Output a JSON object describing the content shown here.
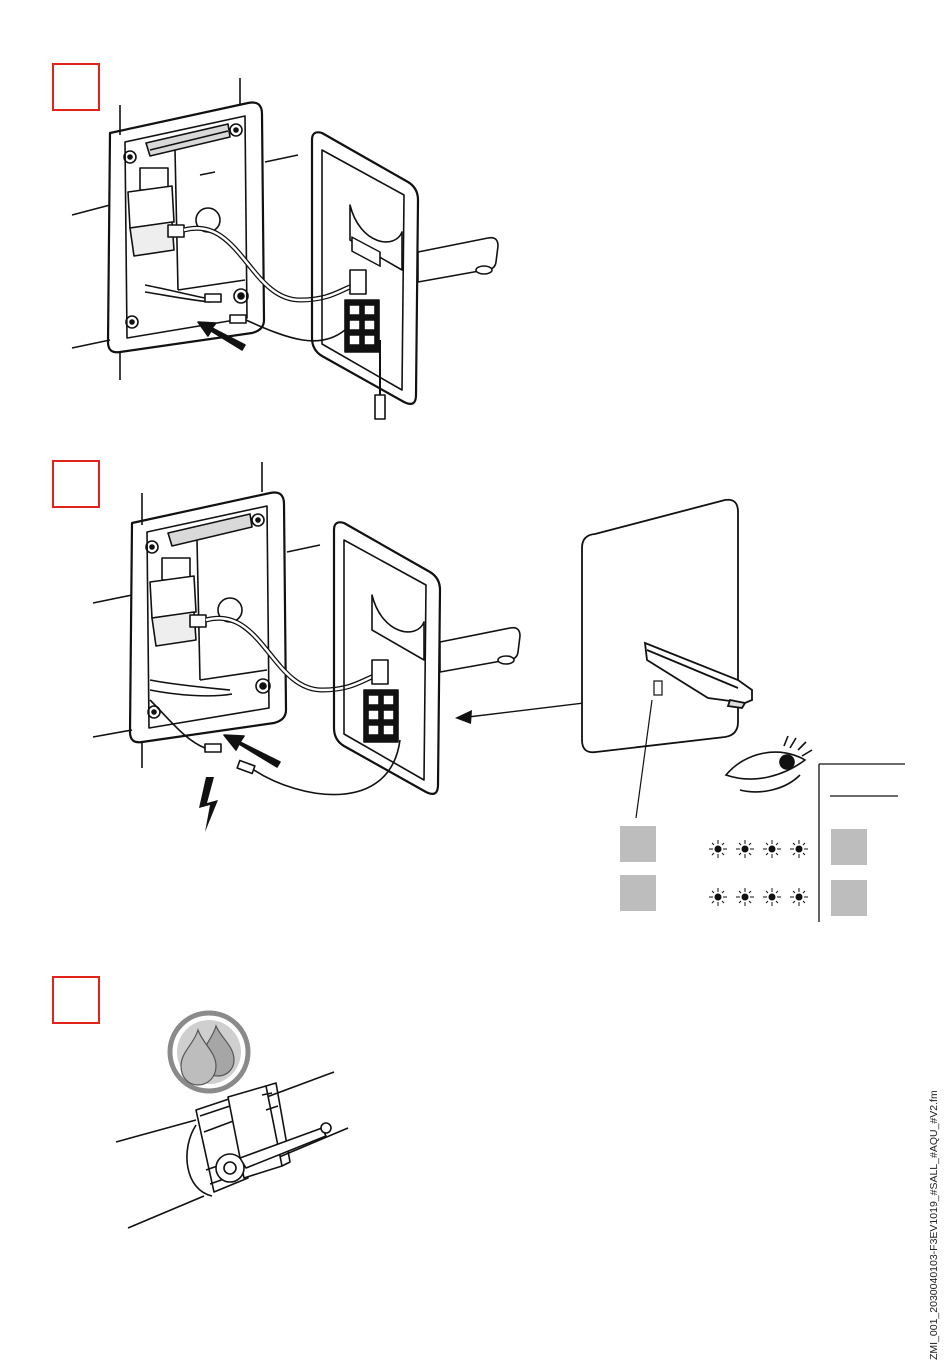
{
  "steps": [
    {
      "id": "step-1",
      "box_color": "#e2231a"
    },
    {
      "id": "step-2",
      "box_color": "#e2231a"
    },
    {
      "id": "step-3",
      "box_color": "#e2231a"
    }
  ],
  "icons": {
    "electrical_hazard": "lightning-bolt-icon",
    "observe": "eye-icon",
    "water": "water-drops-icon",
    "led_flash": "blinking-led-icon"
  },
  "status_panel": {
    "rows": 2,
    "square_color": "#bdbdbd",
    "blink_count_per_row": 4
  },
  "footer": {
    "code": "ZMI_001_2030040103-F3EV1019_#SALL_#AQU_#V2.fm"
  }
}
